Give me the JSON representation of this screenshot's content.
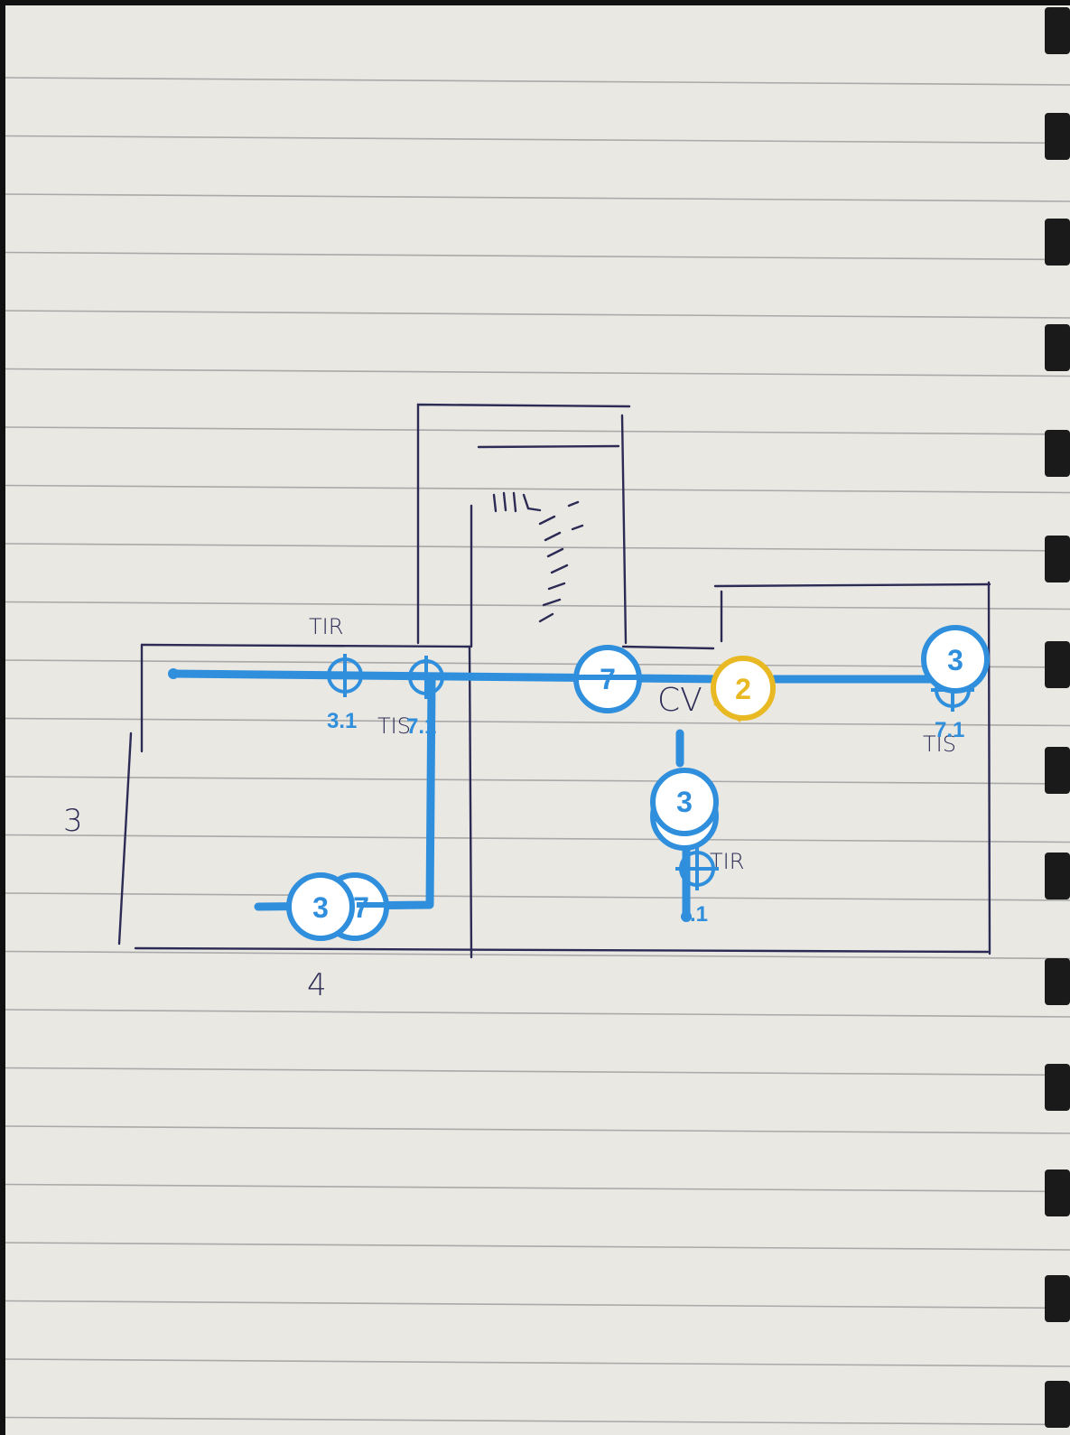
{
  "sketch": {
    "dimension_left": "3",
    "dimension_bottom": "4",
    "note_cv": "CV",
    "note_tir_top": "TIR",
    "note_tis_left": "TIS",
    "note_tis_right": "TIS",
    "note_tir_right": "TIR"
  },
  "markers": {
    "label_3_1_left": "3.1",
    "label_7_1_left": "7.1",
    "label_7_1_right": "7.1",
    "label_3_1_bottom": ".1"
  },
  "badges": {
    "badge_7_top": "7",
    "badge_2_yellow": "2",
    "badge_3_right": "3",
    "badge_3_middle": "3",
    "badge_3_bottom_front": "3",
    "badge_7_bottom_back": "7"
  },
  "colors": {
    "pipe_blue": "#2f8fdd",
    "badge_yellow": "#e8b923",
    "ink": "#2c2b55",
    "paper": "#e8e7e2",
    "rule_line": "#a8a8a8"
  }
}
